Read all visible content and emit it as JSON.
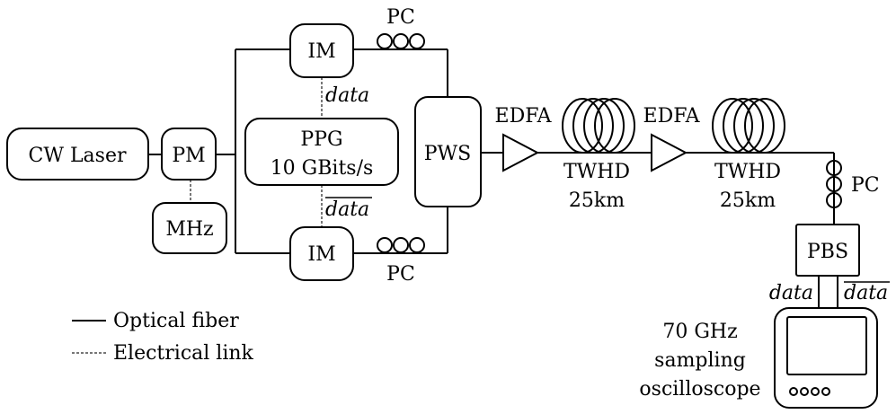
{
  "components": {
    "cw_laser": "CW Laser",
    "pm": "PM",
    "mhz": "MHz",
    "im_top": "IM",
    "im_bottom": "IM",
    "ppg_line1": "PPG",
    "ppg_line2": "10 GBits/s",
    "pws": "PWS",
    "edfa1": "EDFA",
    "edfa2": "EDFA",
    "twhd1_name": "TWHD",
    "twhd1_len": "25km",
    "twhd2_name": "TWHD",
    "twhd2_len": "25km",
    "pc_top": "PC",
    "pc_bottom": "PC",
    "pc_right": "PC",
    "pbs": "PBS",
    "data_top": "data",
    "data_bar": "data",
    "out_data": "data",
    "out_data_bar": "data",
    "scope_line1": "70 GHz",
    "scope_line2": "sampling",
    "scope_line3": "oscilloscope"
  },
  "legend": {
    "optical": "Optical fiber",
    "electrical": "Electrical link"
  },
  "colors": {
    "optical_line": "#000000",
    "electrical_line": "#777777"
  }
}
